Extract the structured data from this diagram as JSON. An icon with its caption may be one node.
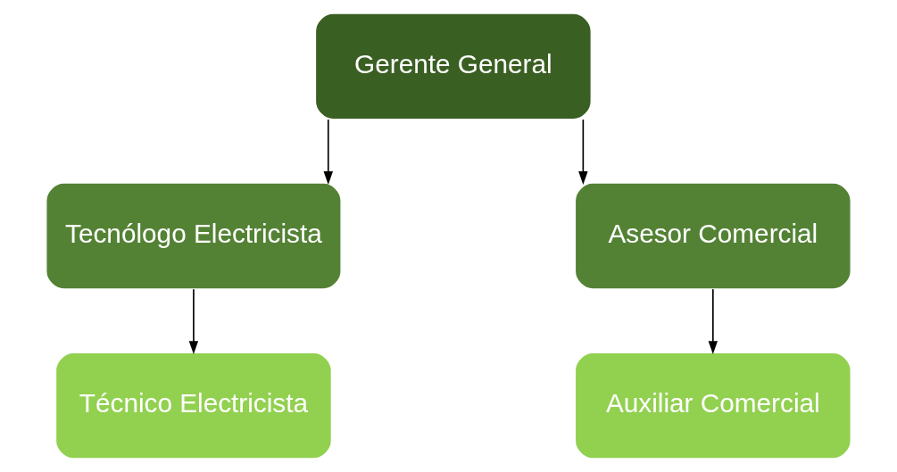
{
  "diagram": {
    "nodes": [
      {
        "text": [
          "Gerente General"
        ]
      },
      {
        "text": [
          "Tecnólogo Electricista"
        ]
      },
      {
        "text": [
          "Asesor Comercial"
        ]
      },
      {
        "text": [
          "Técnico Electricista"
        ]
      },
      {
        "text": [
          "Auxiliar Comercial"
        ]
      }
    ],
    "edges": [
      {
        "from": 0,
        "to": 1,
        "arrow": "to"
      },
      {
        "from": 0,
        "to": 2,
        "arrow": "to"
      },
      {
        "from": 1,
        "to": 3,
        "arrow": "to"
      },
      {
        "from": 2,
        "to": 4,
        "arrow": "to"
      }
    ]
  }
}
